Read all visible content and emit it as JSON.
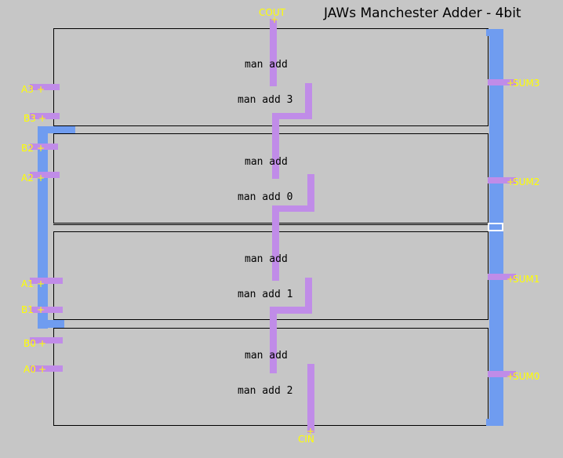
{
  "title": "JAWs Manchester Adder - 4bit",
  "colors": {
    "background": "#c6c6c6",
    "metal1_blue": "#6f9cf0",
    "metal2_purple": "#c08ce8",
    "pin_text": "#ffff00",
    "cell_outline": "#000000"
  },
  "cells": [
    {
      "name": "man add",
      "instance": "man add 3"
    },
    {
      "name": "man add",
      "instance": "man add 0"
    },
    {
      "name": "man add",
      "instance": "man add 1"
    },
    {
      "name": "man add",
      "instance": "man add 2"
    }
  ],
  "pins": {
    "cout": "COUT",
    "cin": "CIN",
    "a3": "A3",
    "b3": "B3",
    "b2": "B2",
    "a2": "A2",
    "a1": "A1",
    "b1": "B1",
    "b0": "B0",
    "a0": "A0",
    "sum3": "SUM3",
    "sum2": "SUM2",
    "sum1": "SUM1",
    "sum0": "SUM0",
    "plus": "+"
  }
}
